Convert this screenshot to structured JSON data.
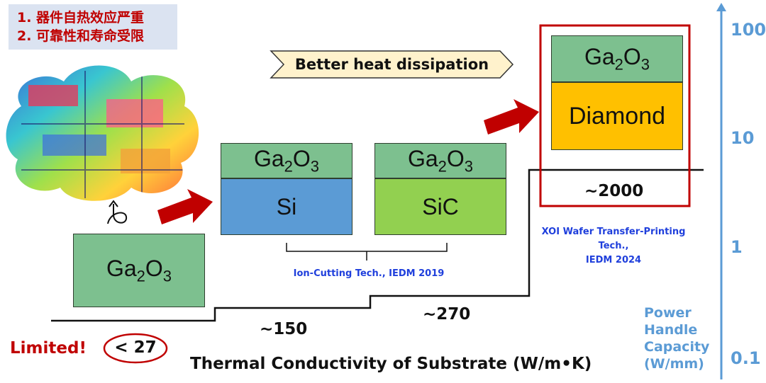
{
  "notes": {
    "line1": "1. 器件自热效应严重",
    "line2": "2. 可靠性和寿命受限"
  },
  "banner": "Better heat dissipation",
  "blocks": {
    "ga2o3_base": "Ga",
    "ga2o3_sub": "2",
    "ga2o3_o": "O",
    "ga2o3_sub2": "3",
    "si": "Si",
    "sic": "SiC",
    "diamond": "Diamond"
  },
  "refs": {
    "ion_cutting": "Ion-Cutting Tech., IEDM 2019",
    "xoi_line1": "XOI Wafer Transfer-Printing Tech.,",
    "xoi_line2": "IEDM 2024"
  },
  "thermal_values": {
    "limited": "Limited!",
    "lt27": "< 27",
    "v150": "~150",
    "v270": "~270",
    "v2000": "~2000"
  },
  "x_title": "Thermal Conductivity of Substrate (W/m•K)",
  "y_axis": {
    "ticks": [
      "100",
      "10",
      "1",
      "0.1"
    ],
    "label_lines": [
      "Power",
      "Handle",
      "Capacity",
      "(W/mm)"
    ]
  },
  "colors": {
    "ga2o3": "#7dc08f",
    "si": "#5b9bd5",
    "sic": "#92d050",
    "diamond": "#ffc000",
    "highlight": "#c00000",
    "axis": "#5b9bd5",
    "ref_text": "#1f3fdc"
  }
}
